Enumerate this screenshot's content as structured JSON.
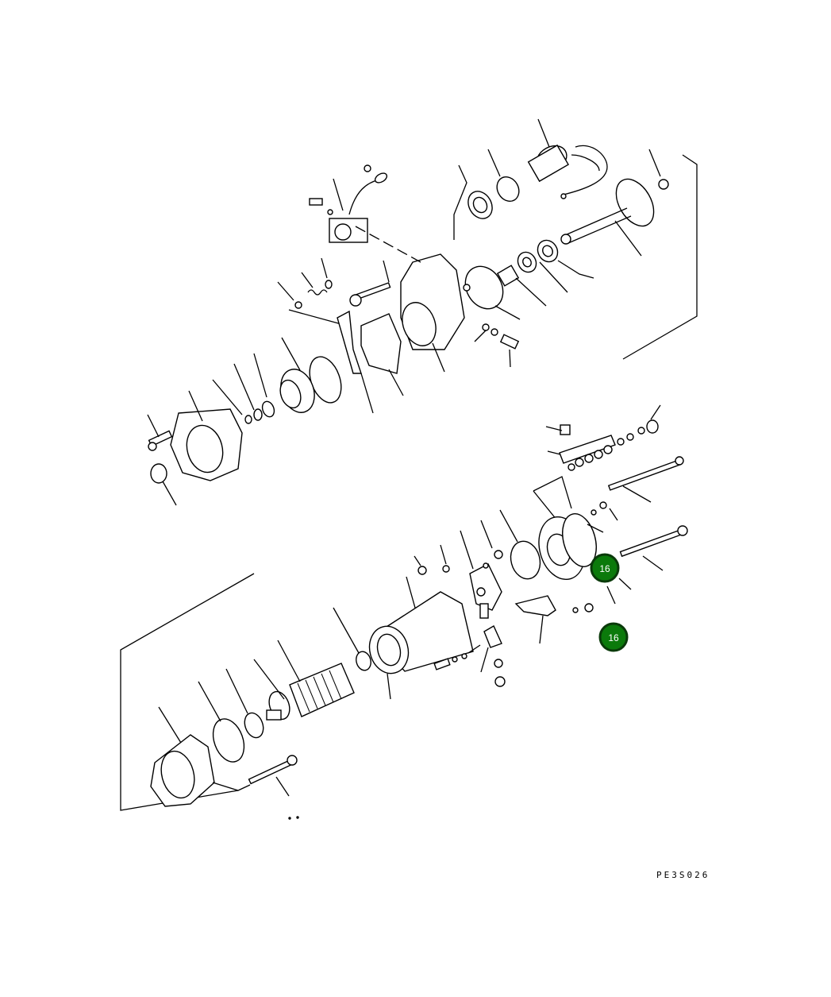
{
  "diagram": {
    "reference_code": "PE3S026",
    "callouts": [
      {
        "label": "16",
        "color": "#0b7a0b"
      },
      {
        "label": "16",
        "color": "#0b7a0b"
      }
    ]
  }
}
